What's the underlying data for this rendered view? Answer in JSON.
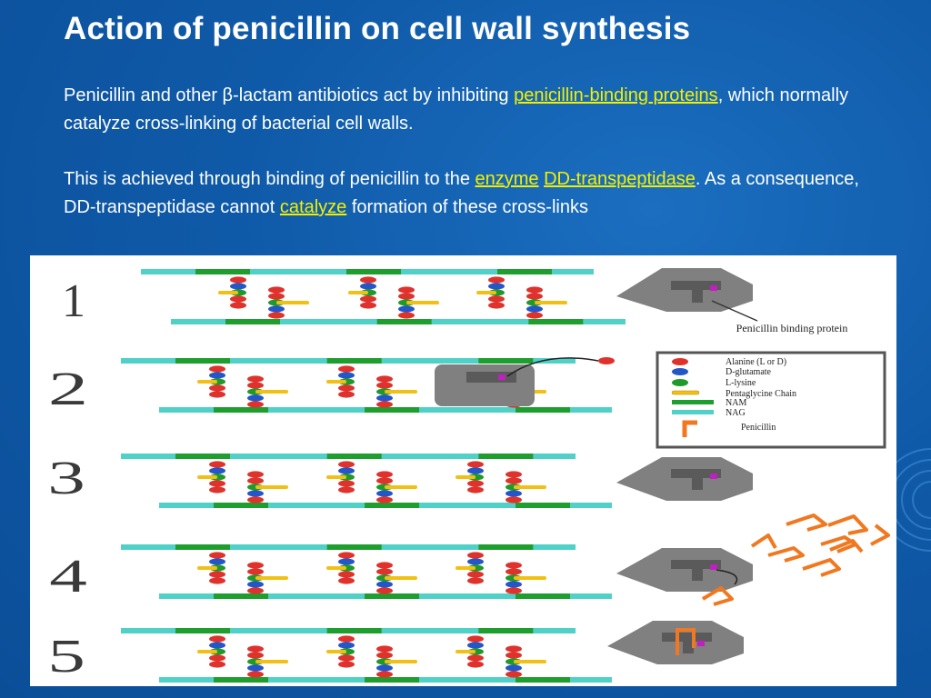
{
  "slide": {
    "title": "Action of penicillin on cell wall synthesis",
    "paragraph1": {
      "text_before": "Penicillin and other β-lactam antibiotics act by inhibiting ",
      "link1": "penicillin-binding proteins",
      "text_after": ", which normally catalyze cross-linking of bacterial cell walls."
    },
    "paragraph2": {
      "text_before": "This is achieved through binding of penicillin to the ",
      "link_enzyme": "enzyme",
      "space": " ",
      "link_dd": "DD-transpeptidase",
      "text_middle": ". As a consequence, DD-transpeptidase cannot ",
      "link_catalyze": "catalyze",
      "text_after": " formation of these cross-links"
    }
  },
  "figure": {
    "step_numbers": [
      "1",
      "2",
      "3",
      "4",
      "5"
    ],
    "pbp_label": "Penicillin binding protein",
    "legend": [
      {
        "label": "Alanine (L or D)",
        "icon": "red-bead"
      },
      {
        "label": "D-glutamate",
        "icon": "blue-bead"
      },
      {
        "label": "L-lysine",
        "icon": "green-bead"
      },
      {
        "label": "Pentaglycine Chain",
        "icon": "yellow-bar"
      },
      {
        "label": "NAM",
        "icon": "green-strand"
      },
      {
        "label": "NAG",
        "icon": "cyan-strand"
      },
      {
        "label": "Penicillin",
        "icon": "orange-hook"
      }
    ],
    "colors": {
      "alanine": "#e0322c",
      "glutamate": "#2456c8",
      "lysine": "#1f9a2a",
      "pentaglycine": "#f2c014",
      "nam": "#1e9e2e",
      "nag": "#4fd1c8",
      "penicillin": "#f07820",
      "pbp": "#7f7f7f",
      "link": "#f2f000"
    }
  }
}
